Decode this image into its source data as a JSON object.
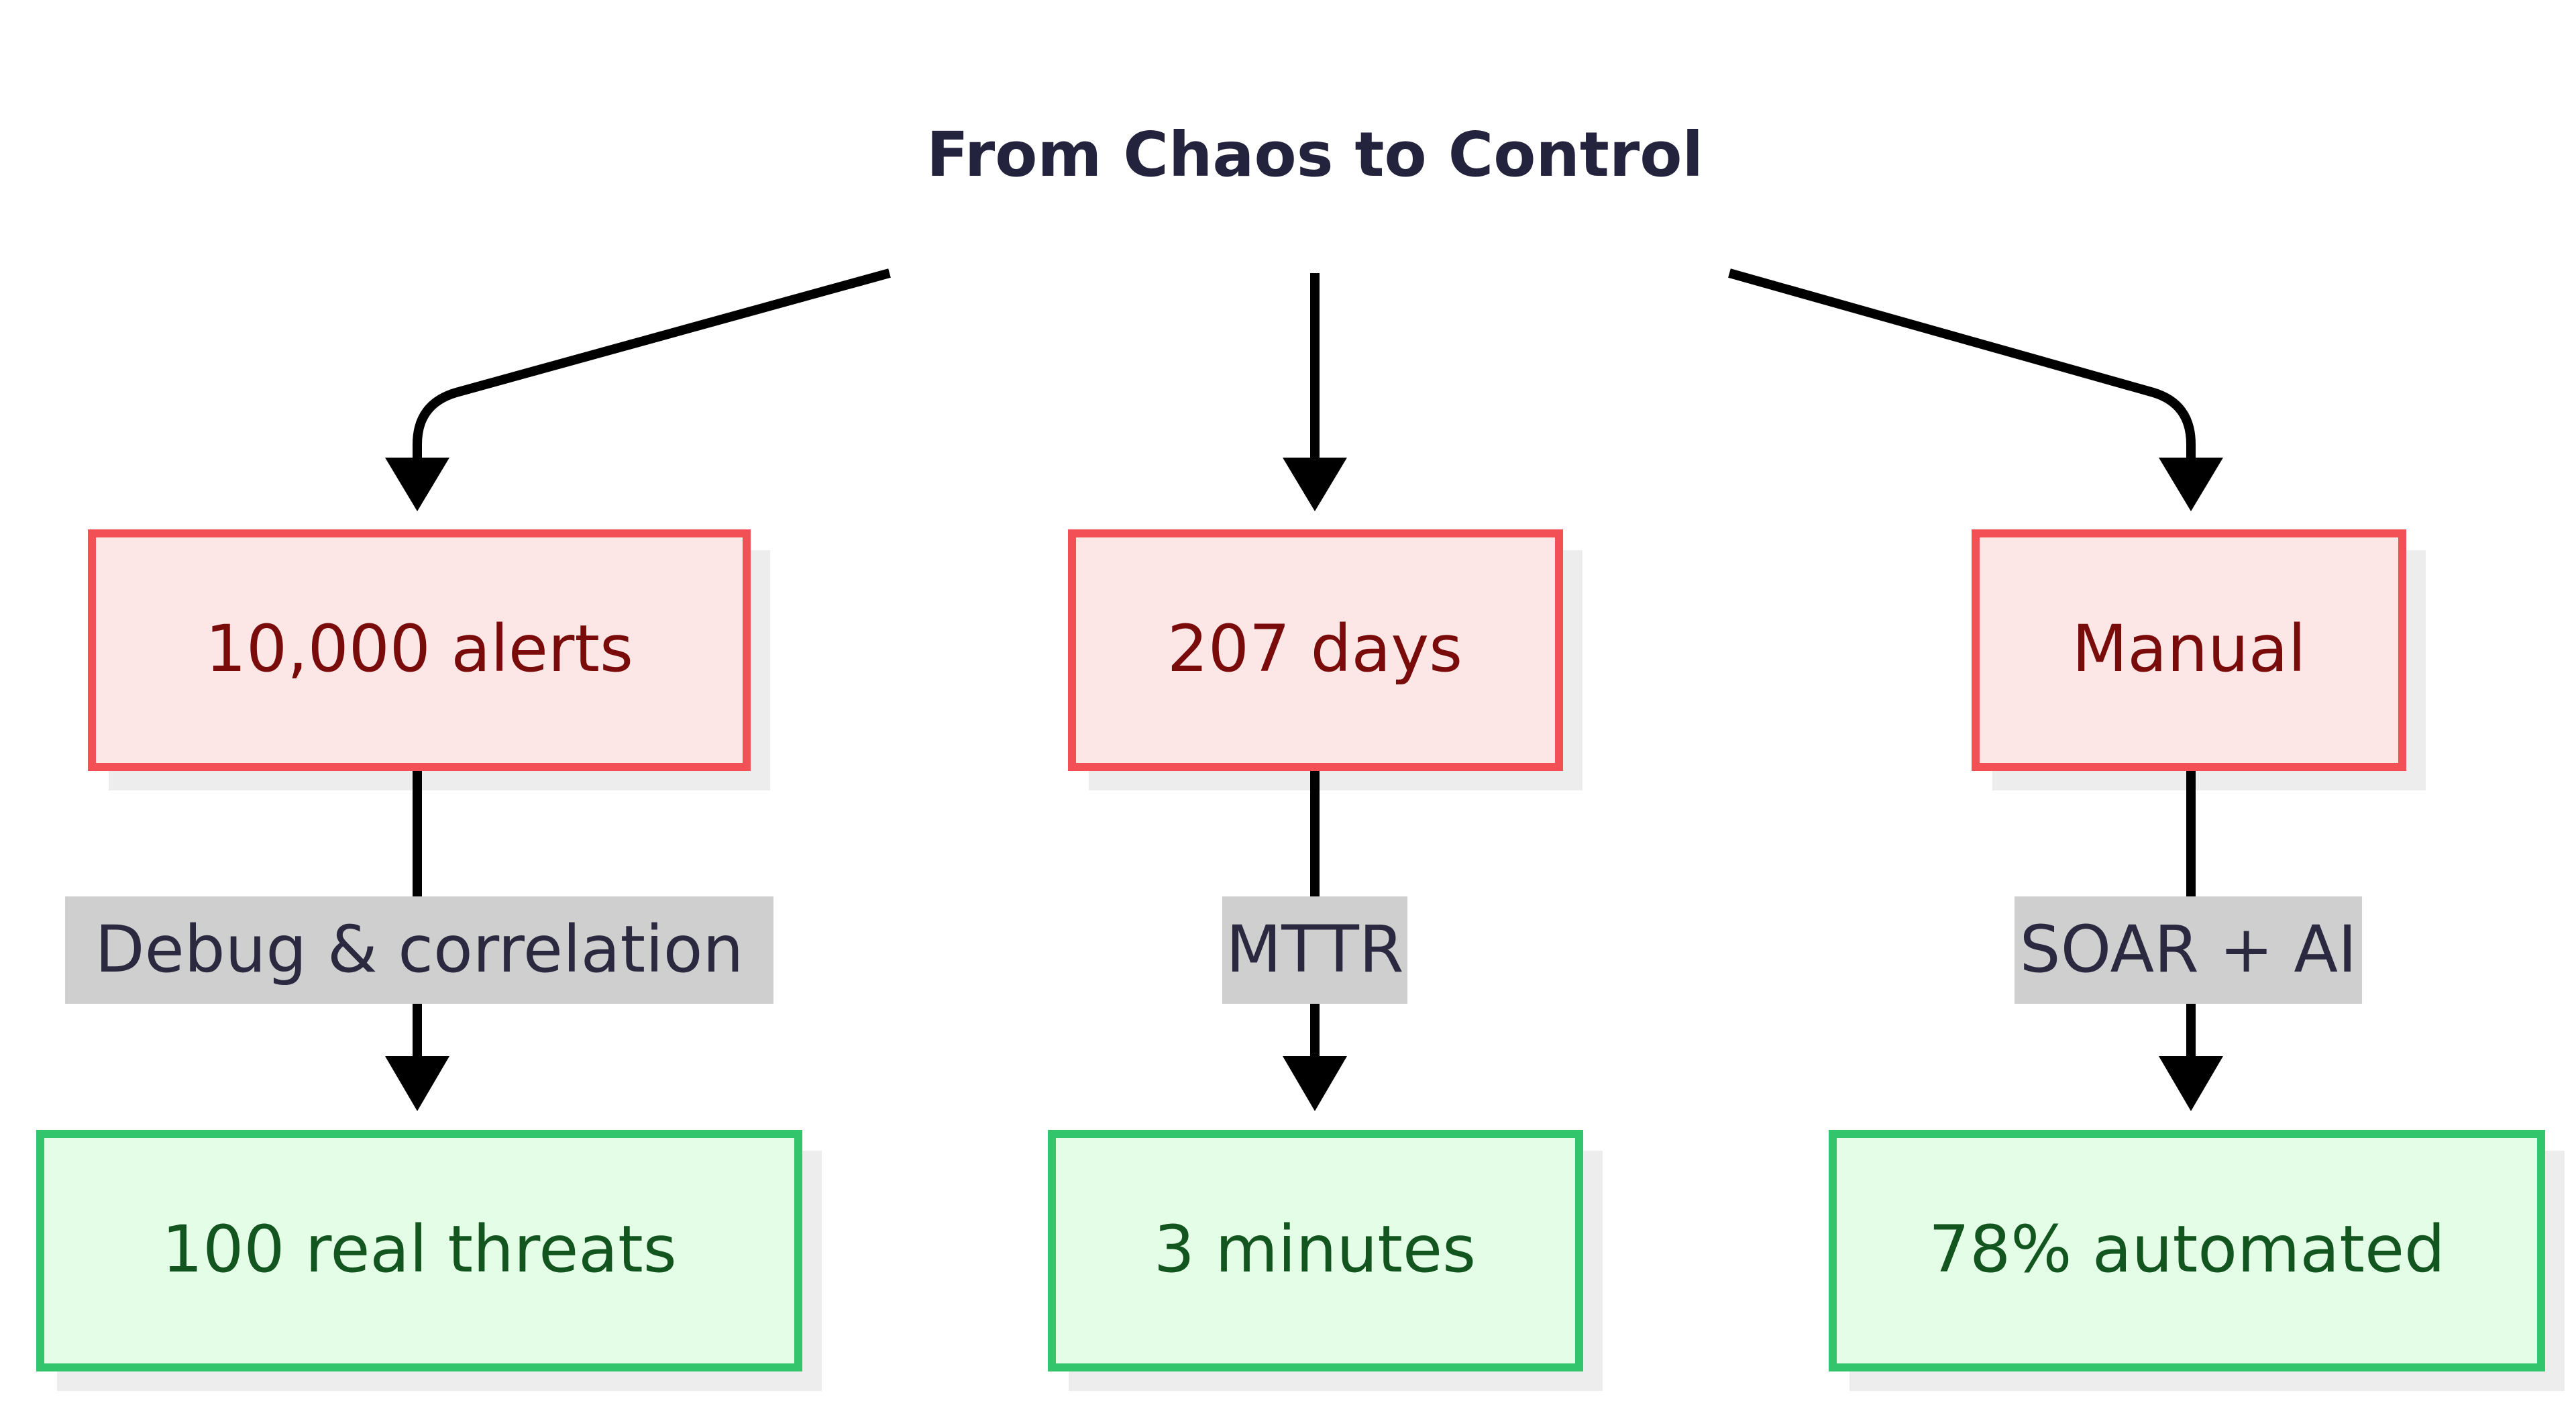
{
  "title": "From Chaos to Control",
  "columns": [
    {
      "problem": "10,000 alerts",
      "process": "Debug & correlation",
      "outcome": "100 real threats"
    },
    {
      "problem": "207 days",
      "process": "MTTR",
      "outcome": "3 minutes"
    },
    {
      "problem": "Manual",
      "process": "SOAR + AI",
      "outcome": "78% automated"
    }
  ],
  "colors": {
    "problem_fill": "#fde6e6",
    "problem_stroke": "#f25055",
    "problem_text": "#7a0b0b",
    "outcome_fill": "#e3fde6",
    "outcome_stroke": "#33c56c",
    "outcome_text": "#13551f",
    "label_bg": "#cfcfcf",
    "title_text": "#24233e"
  }
}
